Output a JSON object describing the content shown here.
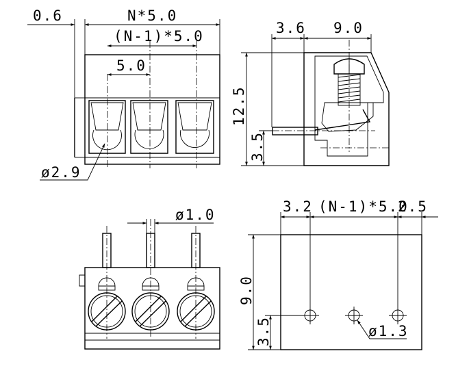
{
  "views": {
    "front_top": {
      "dim_pin_offset": "0.6",
      "dim_total_width": "N*5.0",
      "dim_span": "(N-1)*5.0",
      "dim_pitch": "5.0",
      "dim_hole_dia": "ø2.9"
    },
    "side_section": {
      "dim_front": "3.6",
      "dim_depth": "9.0",
      "dim_height": "12.5",
      "dim_pin_height": "3.5"
    },
    "front_bottom": {
      "dim_pin_dia": "ø1.0"
    },
    "pcb_layout": {
      "dim_left": "3.2",
      "dim_span": "(N-1)*5.0",
      "dim_right": "2.5",
      "dim_depth": "9.0",
      "dim_row": "3.5",
      "dim_hole_dia": "ø1.3"
    }
  }
}
